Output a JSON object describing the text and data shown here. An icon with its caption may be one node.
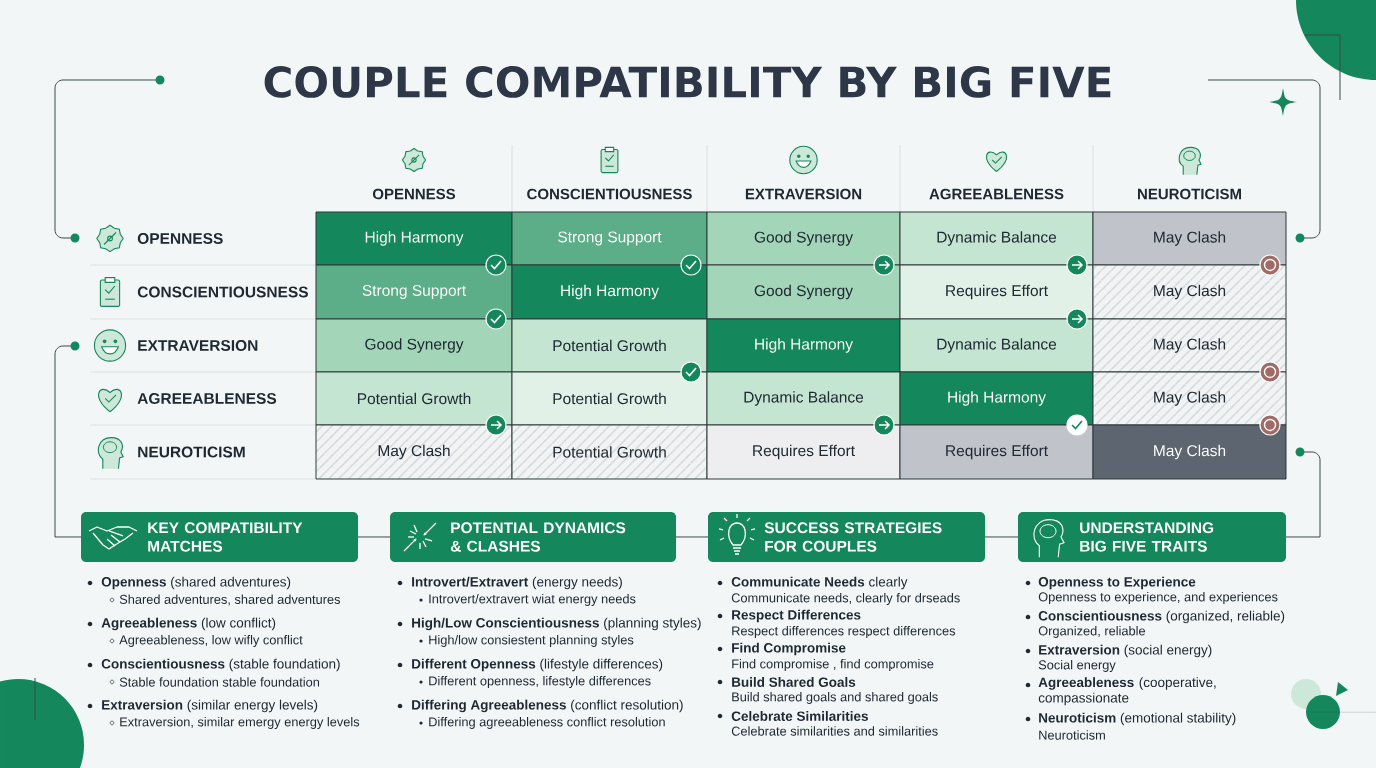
{
  "diagram": {
    "title": "COUPLE COMPATIBILITY BY BIG FIVE",
    "nodes": [
      {
        "text": [
          "KEY COMPATIBILITY MATCHES"
        ],
        "beside": [
          "**Openness** (shared adventures)",
          "Shared adventures, shared adventures",
          "**Agreeableness** (low conflict)",
          "Agreeableness, low wifly conflict",
          "**Conscientiousness** (stable foundation)",
          "Stable foundation stable foundation",
          "**Extraversion** (similar energy levels)",
          "Extraversion, similar emergy energy levels"
        ]
      },
      {
        "text": [
          "POTENTIAL DYNAMICS & CLASHES"
        ],
        "beside": [
          "**Introvert/Extravert** (energy needs)",
          "Introvert/extravert wiat energy needs",
          "**High/Low Conscientiousness** (planning styles)",
          "High/low consiestent planning styles",
          "**Different Openness** (lifestyle differences)",
          "Different openness, lifestyle differences",
          "**Differing Agreeableness** (conflict resolution)",
          "Differing agreeableness conflict resolution"
        ]
      },
      {
        "text": [
          "SUCCESS STRATEGIES FOR COUPLES"
        ],
        "beside": [
          "**Communicate Needs** clearly",
          "Communicate needs, clearly for drseads",
          "**Respect Differences**",
          "Respect differences respect differences",
          "**Find Compromise**",
          "Find compromise , find compromise",
          "**Build Shared Goals**",
          "Build shared goals and shared goals",
          "**Celebrate Similarities**",
          "Celebrate similarities and similarities"
        ]
      },
      {
        "text": [
          "UNDERSTANDING BIG FIVE TRAITS"
        ],
        "beside": [
          "**Openness to Experience**",
          "Openness to experience, and experiences",
          "**Conscientiousness** (organized, reliable)",
          "Organized, reliable",
          "**Extraversion** (social energy)",
          "Social energy",
          "**Agreeableness** (cooperative, compassionate",
          "**Neuroticism** (emotional stability)",
          "Neuroticism"
        ]
      }
    ],
    "labels": [
      "OPENNESS",
      "CONSCIENTIOUSNESS",
      "EXTRAVERSION",
      "AGREEABLENESS",
      "NEUROTICISM",
      "OPENNESS",
      "High Harmony",
      "Strong Support",
      "Good Synergy",
      "Dynamic Balance",
      "May Clash",
      "CONSCIENTIOUSNESS",
      "Strong Support",
      "High Harmony",
      "Good Synergy",
      "Requires Effort",
      "May Clash",
      "EXTRAVERSION",
      "Good Synergy",
      "Potential Growth",
      "High Harmony",
      "Dynamic Balance",
      "May Clash",
      "AGREEABLENESS",
      "Potential Growth",
      "Potential Growth",
      "Dynamic Balance",
      "High Harmony",
      "May Clash",
      "NEUROTICISM",
      "May Clash",
      "Potential Growth",
      "Requires Effort",
      "Requires Effort",
      "May Clash"
    ]
  }
}
